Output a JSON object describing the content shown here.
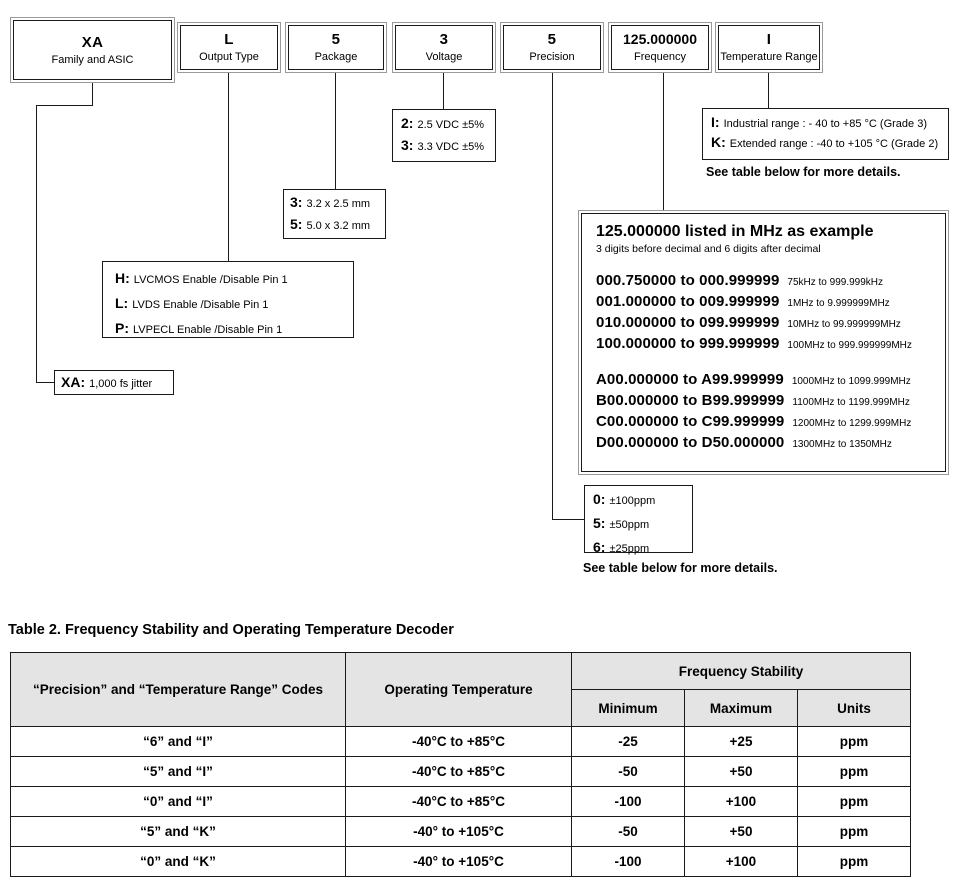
{
  "part_number_boxes": [
    {
      "code": "XA",
      "caption": "Family and ASIC"
    },
    {
      "code": "L",
      "caption": "Output Type"
    },
    {
      "code": "5",
      "caption": "Package"
    },
    {
      "code": "3",
      "caption": "Voltage"
    },
    {
      "code": "5",
      "caption": "Precision"
    },
    {
      "code": "125.000000",
      "caption": "Frequency"
    },
    {
      "code": "I",
      "caption": "Temperature Range"
    }
  ],
  "family_callout": {
    "rows": [
      {
        "key": "XA:",
        "value": "1,000 fs jitter"
      }
    ]
  },
  "output_type_callout": {
    "rows": [
      {
        "key": "H:",
        "value": "LVCMOS Enable /Disable Pin 1"
      },
      {
        "key": "L:",
        "value": "LVDS Enable /Disable Pin 1"
      },
      {
        "key": "P:",
        "value": "LVPECL Enable /Disable Pin 1"
      }
    ]
  },
  "package_callout": {
    "rows": [
      {
        "key": "3:",
        "value": "3.2 x 2.5 mm"
      },
      {
        "key": "5:",
        "value": "5.0 x 3.2 mm"
      }
    ]
  },
  "voltage_callout": {
    "rows": [
      {
        "key": "2:",
        "value": "2.5 VDC ±5%"
      },
      {
        "key": "3:",
        "value": "3.3 VDC ±5%"
      }
    ]
  },
  "precision_callout": {
    "rows": [
      {
        "key": "0:",
        "value": "±100ppm"
      },
      {
        "key": "5:",
        "value": "±50ppm"
      },
      {
        "key": "6:",
        "value": "±25ppm"
      }
    ],
    "footnote": "See table below for more details."
  },
  "temperature_callout": {
    "rows": [
      {
        "key": "I:",
        "value": "Industrial range : - 40 to +85 °C (Grade 3)"
      },
      {
        "key": "K:",
        "value": "Extended range : -40 to +105 °C (Grade 2)"
      }
    ],
    "footnote": "See table below for more details."
  },
  "frequency_callout": {
    "title": "125.000000  listed in MHz as example",
    "subtitle": "3 digits before decimal and    6 digits after decimal",
    "group_a": [
      {
        "range": "000.750000  to 000.999999",
        "note": "75kHz to 999.999kHz"
      },
      {
        "range": "001.000000  to 009.999999",
        "note": "1MHz to 9.999999MHz"
      },
      {
        "range": "010.000000  to 099.999999",
        "note": "10MHz to 99.999999MHz"
      },
      {
        "range": "100.000000  to 999.999999",
        "note": "100MHz to 999.999999MHz"
      }
    ],
    "group_b": [
      {
        "range": "A00.000000  to A99.999999",
        "note": "1000MHz to 1099.999MHz"
      },
      {
        "range": "B00.000000  to B99.999999",
        "note": "1100MHz to 1199.999MHz"
      },
      {
        "range": "C00.000000  to C99.999999",
        "note": "1200MHz to 1299.999MHz"
      },
      {
        "range": "D00.000000  to D50.000000",
        "note": "1300MHz to 1350MHz"
      }
    ]
  },
  "table2": {
    "title": "Table 2.  Frequency Stability and Operating Temperature Decoder",
    "headers": {
      "codes": "“Precision” and “Temperature Range” Codes",
      "operating_temperature": "Operating Temperature",
      "frequency_stability": "Frequency Stability",
      "minimum": "Minimum",
      "maximum": "Maximum",
      "units": "Units"
    },
    "rows": [
      {
        "codes": "“6” and “I”",
        "temp": "-40°C to +85°C",
        "min": "-25",
        "max": "+25",
        "units": "ppm"
      },
      {
        "codes": "“5” and “I”",
        "temp": "-40°C to +85°C",
        "min": "-50",
        "max": "+50",
        "units": "ppm"
      },
      {
        "codes": "“0” and “I”",
        "temp": "-40°C to +85°C",
        "min": "-100",
        "max": "+100",
        "units": "ppm"
      },
      {
        "codes": "“5” and “K”",
        "temp": "-40° to +105°C",
        "min": "-50",
        "max": "+50",
        "units": "ppm"
      },
      {
        "codes": "“0” and “K”",
        "temp": "-40° to +105°C",
        "min": "-100",
        "max": "+100",
        "units": "ppm"
      }
    ]
  },
  "colors": {
    "line": "#1a1a1a",
    "box_outer_border": "#9a9a9a",
    "table_header_bg": "#e4e4e4"
  }
}
